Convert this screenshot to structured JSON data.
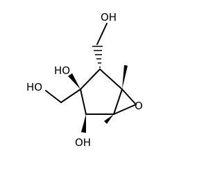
{
  "molecule": {
    "atom_labels": {
      "oh_top": "OH",
      "oh_mid": "HO",
      "oh_left": "HO",
      "ring_oxygen": "O",
      "oh_bottom": "OH"
    },
    "bond_color": "#000000",
    "background": "#ffffff"
  }
}
